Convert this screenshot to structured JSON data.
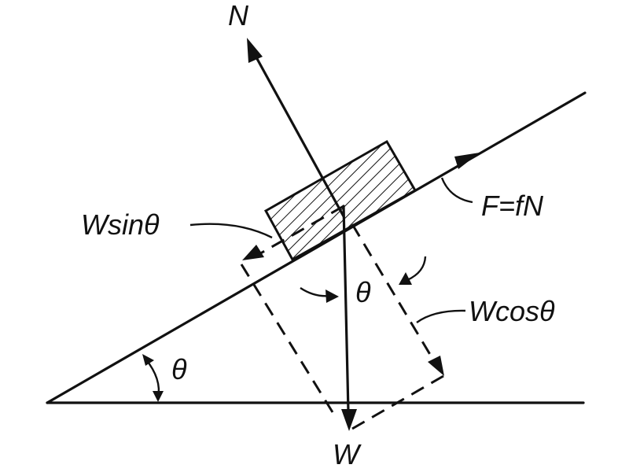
{
  "labels": {
    "normal_force": "N",
    "weight": "W",
    "friction": "F=fN",
    "w_sin": "Wsinθ",
    "w_cos": "Wcosθ",
    "theta_incline": "θ",
    "theta_weight": "θ"
  }
}
